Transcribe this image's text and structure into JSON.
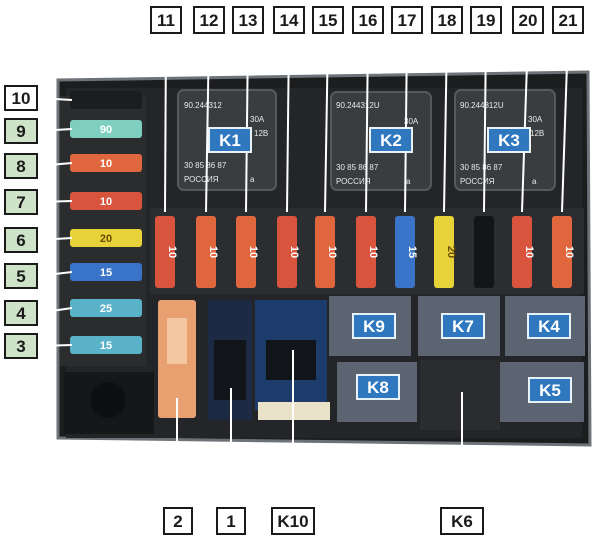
{
  "top_callouts": [
    "11",
    "12",
    "13",
    "14",
    "15",
    "16",
    "17",
    "18",
    "19",
    "20",
    "21"
  ],
  "left_callouts": [
    "10",
    "9",
    "8",
    "7",
    "6",
    "5",
    "4",
    "3"
  ],
  "bottom_callouts": [
    "2",
    "1",
    "K10",
    "K6"
  ],
  "relay_tags": {
    "k1": "K1",
    "k2": "K2",
    "k3": "K3",
    "k9": "K9",
    "k7": "K7",
    "k4": "K4",
    "k8": "K8",
    "k5": "K5"
  },
  "vertical_fuse_ratings": [
    "10",
    "10",
    "10",
    "10",
    "10",
    "10",
    "15",
    "20",
    "",
    "10",
    "10"
  ],
  "horizontal_fuse_ratings": [
    "",
    "90",
    "10",
    "10",
    "20",
    "15",
    "25",
    "15"
  ],
  "relay_markings": {
    "k1": {
      "code": "90.244312",
      "current": "30A",
      "voltage": "12B",
      "pins": "30 85 86 87",
      "origin": "РОССИЯ",
      "variant": "a"
    },
    "k2": {
      "code": "90.244312U",
      "current": "30A",
      "voltage": "",
      "pins": "30 85 86 87",
      "origin": "РОССИЯ",
      "variant": "a"
    },
    "k3": {
      "code": "90.244312U",
      "current": "30A",
      "voltage": "12B",
      "pins": "30 85 86 87",
      "origin": "РОССИЯ",
      "variant": "a"
    }
  },
  "colors": {
    "callout_green": "#cfe3c9",
    "relay_tag_blue": "#2f78bf",
    "fuse_red": "#d9543c",
    "fuse_orange": "#e0663e",
    "fuse_yellow": "#e8d23a",
    "fuse_blue": "#3a74c9",
    "fuse_cyan": "#5ab2c8",
    "housing": "#1c1d1f",
    "relay_body": "#3a3d40",
    "socket_gray": "#5b6470"
  }
}
